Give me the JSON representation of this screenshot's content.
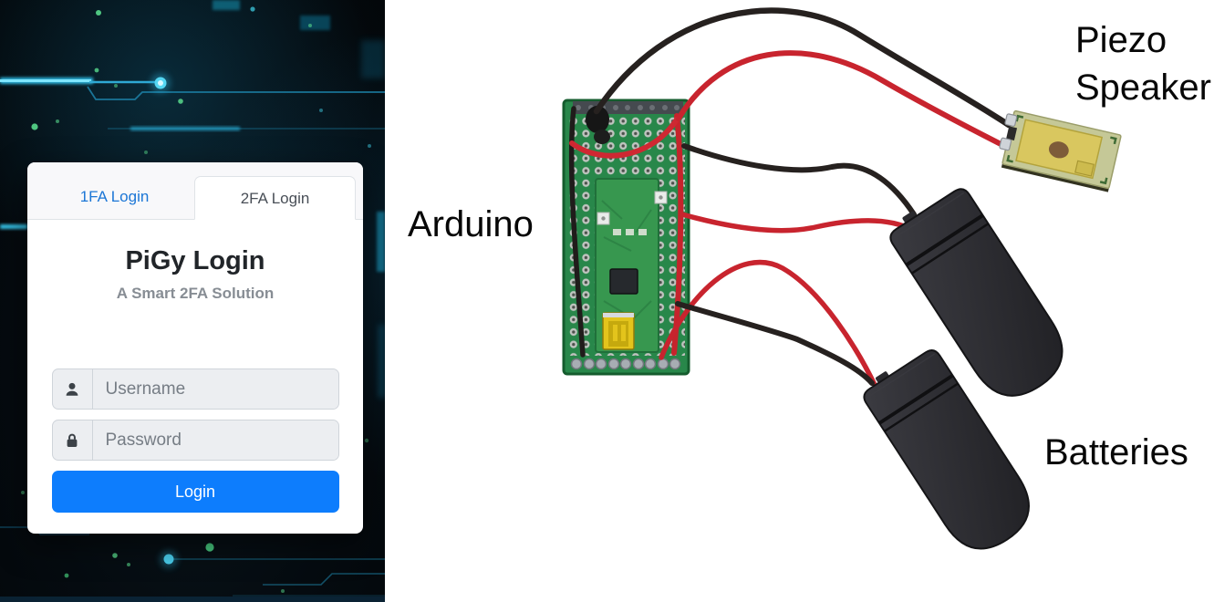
{
  "login_panel": {
    "tabs": [
      {
        "label": "1FA Login",
        "active": false
      },
      {
        "label": "2FA Login",
        "active": true
      }
    ],
    "title": "PiGy Login",
    "subtitle": "A Smart 2FA Solution",
    "username_placeholder": "Username",
    "password_placeholder": "Password",
    "username_value": "",
    "password_value": "",
    "login_button_label": "Login",
    "colors": {
      "button_blue": "#0d7dfd",
      "tab_link_blue": "#1b76d6",
      "background_dark": "#04090d",
      "circuit_cyan": "#2fb9e2",
      "dot_green": "#58d98c"
    }
  },
  "diagram": {
    "labels": {
      "arduino": "Arduino",
      "piezo_line1": "Piezo",
      "piezo_line2": "Speaker",
      "batteries": "Batteries"
    },
    "colors": {
      "wire_red": "#c8242e",
      "wire_black": "#26211f",
      "board_green": "#28874a",
      "piezo_gold": "#d9c75f",
      "battery_black": "#2e2e33"
    }
  }
}
